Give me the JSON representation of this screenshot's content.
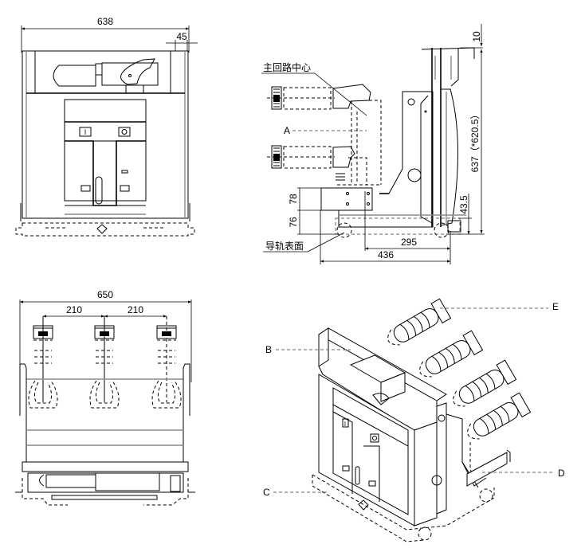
{
  "drawing": {
    "subject": "Withdrawable vacuum circuit breaker outline dimensions",
    "views": {
      "front_view": {
        "dimensions": {
          "overall_width": "638",
          "side_offset": "45"
        },
        "panel_symbols": {
          "on": "I",
          "off": "O"
        }
      },
      "side_view": {
        "labels": {
          "main_circuit_center": "主回路中心",
          "rail_surface": "导轨表面",
          "callout_a": "A"
        },
        "dimensions": {
          "top_offset": "10",
          "overall_height": "637（*620.5）",
          "bracket_height": "78",
          "rail_height": "76",
          "bottom_offset": "43.5",
          "depth_inner": "295",
          "depth_overall": "436"
        }
      },
      "top_view": {
        "dimensions": {
          "overall_width": "650",
          "phase_spacing_left": "210",
          "phase_spacing_right": "210"
        }
      },
      "isometric_view": {
        "callouts": {
          "b": "B",
          "c": "C",
          "d": "D",
          "e": "E"
        }
      }
    }
  }
}
